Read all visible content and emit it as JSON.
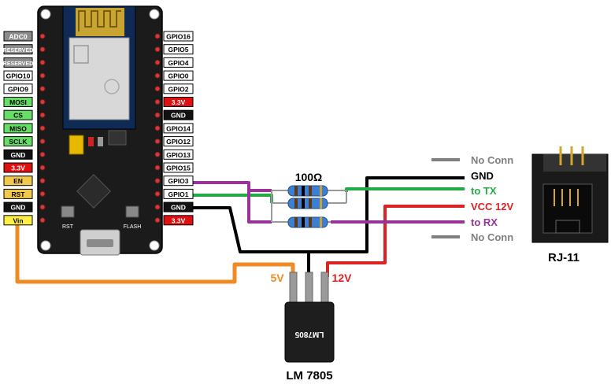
{
  "board": {
    "left_pins": [
      {
        "label": "ADC0",
        "color": "#8c8c8c",
        "text_color": "#ffffff"
      },
      {
        "label": "RESERVED",
        "color": "#8c8c8c",
        "text_color": "#ffffff"
      },
      {
        "label": "RESERVED",
        "color": "#8c8c8c",
        "text_color": "#ffffff"
      },
      {
        "label": "GPIO10",
        "color": "#ffffff",
        "text_color": "#000000"
      },
      {
        "label": "GPIO9",
        "color": "#ffffff",
        "text_color": "#000000"
      },
      {
        "label": "MOSI",
        "color": "#66dd66",
        "text_color": "#000000"
      },
      {
        "label": "CS",
        "color": "#66dd66",
        "text_color": "#000000"
      },
      {
        "label": "MISO",
        "color": "#66dd66",
        "text_color": "#000000"
      },
      {
        "label": "SCLK",
        "color": "#66dd66",
        "text_color": "#000000"
      },
      {
        "label": "GND",
        "color": "#111111",
        "text_color": "#ffffff"
      },
      {
        "label": "3.3V",
        "color": "#e01010",
        "text_color": "#ffffff"
      },
      {
        "label": "EN",
        "color": "#f2c94c",
        "text_color": "#000000"
      },
      {
        "label": "RST",
        "color": "#f2c94c",
        "text_color": "#000000"
      },
      {
        "label": "GND",
        "color": "#111111",
        "text_color": "#ffffff"
      },
      {
        "label": "Vin",
        "color": "#ffee44",
        "text_color": "#000000"
      }
    ],
    "right_pins": [
      {
        "label": "GPIO16",
        "color": "#ffffff",
        "text_color": "#000000"
      },
      {
        "label": "GPIO5",
        "color": "#ffffff",
        "text_color": "#000000"
      },
      {
        "label": "GPIO4",
        "color": "#ffffff",
        "text_color": "#000000"
      },
      {
        "label": "GPIO0",
        "color": "#ffffff",
        "text_color": "#000000"
      },
      {
        "label": "GPIO2",
        "color": "#ffffff",
        "text_color": "#000000"
      },
      {
        "label": "3.3V",
        "color": "#e01010",
        "text_color": "#ffffff"
      },
      {
        "label": "GND",
        "color": "#111111",
        "text_color": "#ffffff"
      },
      {
        "label": "GPIO14",
        "color": "#ffffff",
        "text_color": "#000000"
      },
      {
        "label": "GPIO12",
        "color": "#ffffff",
        "text_color": "#000000"
      },
      {
        "label": "GPIO13",
        "color": "#ffffff",
        "text_color": "#000000"
      },
      {
        "label": "GPIO15",
        "color": "#ffffff",
        "text_color": "#000000"
      },
      {
        "label": "GPIO3",
        "color": "#ffffff",
        "text_color": "#000000"
      },
      {
        "label": "GPIO1",
        "color": "#ffffff",
        "text_color": "#000000"
      },
      {
        "label": "GND",
        "color": "#111111",
        "text_color": "#ffffff"
      },
      {
        "label": "3.3V",
        "color": "#e01010",
        "text_color": "#ffffff"
      }
    ],
    "button_rst": "RST",
    "button_flash": "FLASH"
  },
  "resistor": {
    "label": "100Ω"
  },
  "rj11": {
    "title": "RJ-11",
    "lines": [
      {
        "label": "No Conn",
        "color": "#7f7f7f"
      },
      {
        "label": "GND",
        "color": "#000000"
      },
      {
        "label": "to TX",
        "color": "#22aa44"
      },
      {
        "label": "VCC 12V",
        "color": "#dd2222"
      },
      {
        "label": "to RX",
        "color": "#993399"
      },
      {
        "label": "No Conn",
        "color": "#7f7f7f"
      }
    ]
  },
  "regulator": {
    "name": "LM 7805",
    "chip_text": "LM7805",
    "out_label": "5V",
    "in_label": "12V",
    "out_color": "#f08a24",
    "in_color": "#dd2222"
  },
  "wire_colors": {
    "tx": "#22aa44",
    "rx": "#993399",
    "gnd": "#000000",
    "vcc": "#dd2222",
    "vin": "#f08a24",
    "nc": "#7f7f7f"
  }
}
